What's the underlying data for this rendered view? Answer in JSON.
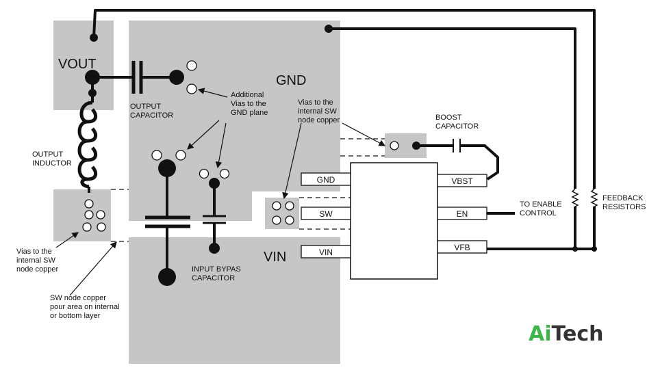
{
  "labels": {
    "vout": "VOUT",
    "gnd": "GND",
    "vin": "VIN",
    "output_capacitor": [
      "OUTPUT",
      "CAPACITOR"
    ],
    "additional_vias": [
      "Additional",
      "Vias to the",
      "GND plane"
    ],
    "vias_internal_top": [
      "Vias to the",
      "internal SW",
      "node copper"
    ],
    "boost_capacitor": [
      "BOOST",
      "CAPACITOR"
    ],
    "output_inductor": [
      "OUTPUT",
      "INDUCTOR"
    ],
    "vias_internal_left": [
      "Vias to the",
      "internal SW",
      "node copper"
    ],
    "sw_node_copper": [
      "SW node copper",
      "pour area on internal",
      "or bottom layer"
    ],
    "input_bypass_capacitor": [
      "INPUT BYPAS",
      "CAPACITOR"
    ],
    "to_enable_control": [
      "TO ENABLE",
      "CONTROL"
    ],
    "feedback_resistors": [
      "FEEDBACK",
      "RESISTORS"
    ]
  },
  "pins": {
    "gnd": "GND",
    "sw": "SW",
    "vin": "VIN",
    "vbst": "VBST",
    "en": "EN",
    "vfb": "VFB"
  },
  "logo": {
    "part1": "Ai",
    "part2": "Tech",
    "color1": "#3db54a",
    "color2": "#333333"
  },
  "colors": {
    "copper": "#c6c6c6",
    "trace": "#111111"
  }
}
